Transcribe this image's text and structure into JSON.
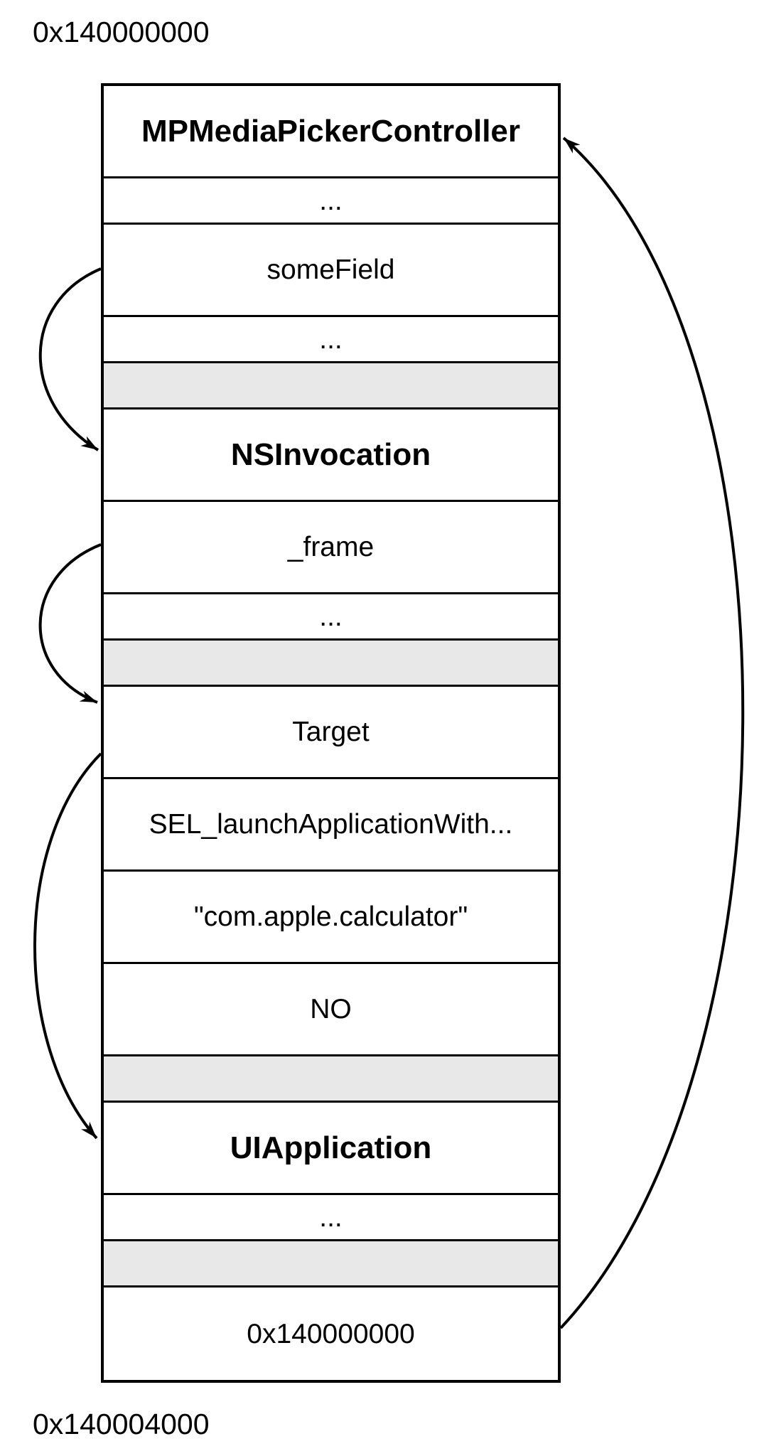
{
  "labels": {
    "top_address": "0x140000000",
    "bottom_address": "0x140004000"
  },
  "memory_box": {
    "rows": [
      {
        "id": "mpmediapickercontroller-header",
        "text": "MPMediaPickerController",
        "kind": "header",
        "size": "tall"
      },
      {
        "id": "ellipsis-1",
        "text": "...",
        "kind": "field",
        "size": "short"
      },
      {
        "id": "somefield",
        "text": "someField",
        "kind": "field",
        "size": "tall"
      },
      {
        "id": "ellipsis-2",
        "text": "...",
        "kind": "field",
        "size": "short"
      },
      {
        "id": "spacer-1",
        "text": "",
        "kind": "spacer",
        "size": "short"
      },
      {
        "id": "nsinvocation-header",
        "text": "NSInvocation",
        "kind": "header",
        "size": "tall"
      },
      {
        "id": "frame-field",
        "text": "_frame",
        "kind": "field",
        "size": "tall"
      },
      {
        "id": "ellipsis-3",
        "text": "...",
        "kind": "field",
        "size": "short"
      },
      {
        "id": "spacer-2",
        "text": "",
        "kind": "spacer",
        "size": "short"
      },
      {
        "id": "target-field",
        "text": "Target",
        "kind": "field",
        "size": "tall"
      },
      {
        "id": "selector-field",
        "text": "SEL_launchApplicationWith...",
        "kind": "field",
        "size": "tall"
      },
      {
        "id": "bundle-id-field",
        "text": "\"com.apple.calculator\"",
        "kind": "field",
        "size": "tall"
      },
      {
        "id": "no-field",
        "text": "NO",
        "kind": "field",
        "size": "tall"
      },
      {
        "id": "spacer-3",
        "text": "",
        "kind": "spacer",
        "size": "short"
      },
      {
        "id": "uiapplication-header",
        "text": "UIApplication",
        "kind": "header",
        "size": "tall"
      },
      {
        "id": "ellipsis-4",
        "text": "...",
        "kind": "field",
        "size": "short"
      },
      {
        "id": "spacer-4",
        "text": "",
        "kind": "spacer",
        "size": "short"
      },
      {
        "id": "base-address-field",
        "text": "0x140000000",
        "kind": "field",
        "size": "tall"
      }
    ]
  },
  "pointers": [
    {
      "from": "someField",
      "to": "NSInvocation"
    },
    {
      "from": "_frame",
      "to": "Target"
    },
    {
      "from": "Target",
      "to": "UIApplication"
    },
    {
      "from": "0x140000000",
      "to": "MPMediaPickerController"
    }
  ],
  "colors": {
    "background": "#ffffff",
    "stroke": "#000000",
    "text": "#000000",
    "spacer_fill": "#e8e8e8"
  }
}
